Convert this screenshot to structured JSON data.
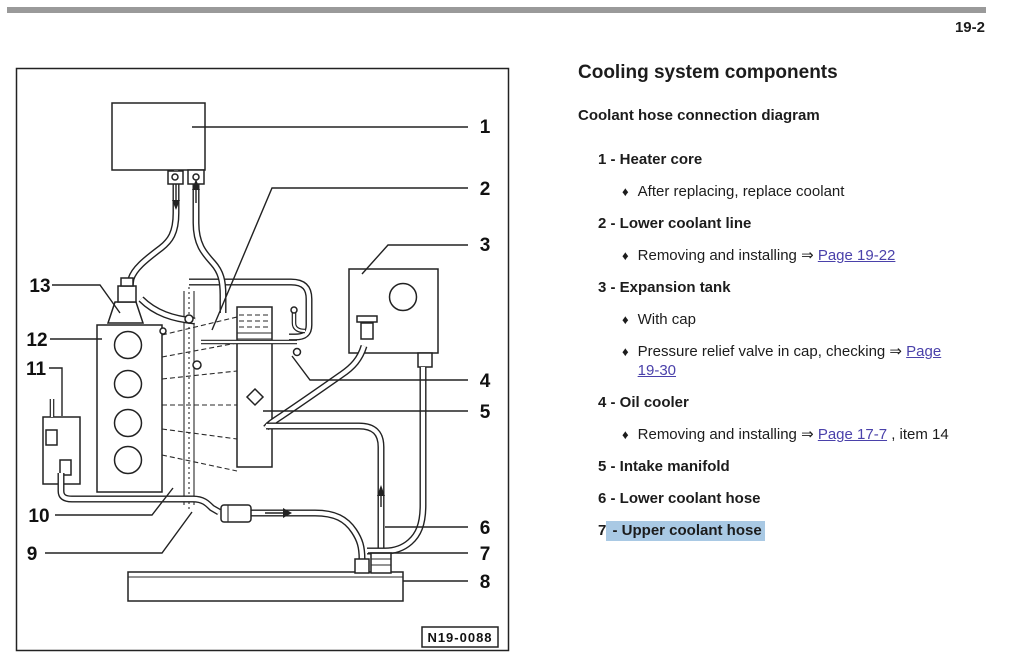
{
  "page": {
    "number": "19-2"
  },
  "content": {
    "title": "Cooling system components",
    "subtitle": "Coolant hose connection diagram",
    "legend": {
      "bullet_char": "♦",
      "separator": " - ",
      "items": [
        {
          "num": "1",
          "label": "Heater core",
          "bullets": [
            {
              "segments": [
                {
                  "text": "After replacing, replace coolant"
                }
              ]
            }
          ]
        },
        {
          "num": "2",
          "label": "Lower coolant line",
          "bullets": [
            {
              "segments": [
                {
                  "text": "Removing and installing ⇒ "
                },
                {
                  "link": "Page 19-22"
                }
              ]
            }
          ]
        },
        {
          "num": "3",
          "label": "Expansion tank",
          "bullets": [
            {
              "segments": [
                {
                  "text": "With cap"
                }
              ]
            },
            {
              "segments": [
                {
                  "text": "Pressure relief valve in cap, checking ⇒ "
                },
                {
                  "link": "Page 19-30"
                }
              ]
            }
          ]
        },
        {
          "num": "4",
          "label": "Oil cooler",
          "bullets": [
            {
              "segments": [
                {
                  "text": "Removing and installing ⇒ "
                },
                {
                  "link": "Page 17-7"
                },
                {
                  "text": " , item 14"
                }
              ]
            }
          ]
        },
        {
          "num": "5",
          "label": "Intake manifold",
          "bullets": []
        },
        {
          "num": "6",
          "label": "Lower coolant hose",
          "bullets": []
        },
        {
          "num": "7",
          "label": "Upper coolant hose",
          "highlighted": true,
          "bullets": []
        }
      ]
    }
  },
  "diagram": {
    "figure_id": "N19-0088",
    "callouts": [
      "1",
      "2",
      "3",
      "4",
      "5",
      "6",
      "7",
      "8",
      "9",
      "10",
      "11",
      "12",
      "13"
    ]
  },
  "colors": {
    "link": "#4a41aa",
    "selection_highlight": "#a9c9e4",
    "header_bar": "#9a9a9a",
    "diagram_line": "#222222"
  }
}
